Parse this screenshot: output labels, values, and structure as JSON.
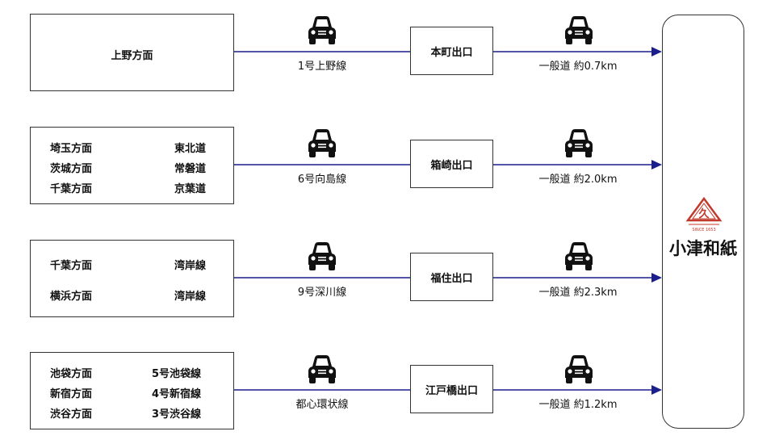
{
  "rows": [
    {
      "origins": [
        [
          "上野方面",
          ""
        ]
      ],
      "route": "1号上野線",
      "exit": "本町出口",
      "distance": "一般道 約0.7km"
    },
    {
      "origins": [
        [
          "埼玉方面",
          "東北道"
        ],
        [
          "茨城方面",
          "常磐道"
        ],
        [
          "千葉方面",
          "京葉道"
        ]
      ],
      "route": "6号向島線",
      "exit": "箱崎出口",
      "distance": "一般道 約2.0km"
    },
    {
      "origins": [
        [
          "千葉方面",
          "湾岸線"
        ],
        [
          "横浜方面",
          "湾岸線"
        ]
      ],
      "route": "9号深川線",
      "exit": "福住出口",
      "distance": "一般道 約2.3km"
    },
    {
      "origins": [
        [
          "池袋方面",
          "5号池袋線"
        ],
        [
          "新宿方面",
          "4号新宿線"
        ],
        [
          "渋谷方面",
          "3号渋谷線"
        ]
      ],
      "route": "都心環状線",
      "exit": "江戸橋出口",
      "distance": "一般道 約1.2km"
    }
  ],
  "destination": {
    "name": "小津和紙",
    "logo_text": "SINCE 1653"
  },
  "colors": {
    "line": "#1a1f8c",
    "logo": "#c0392b"
  }
}
